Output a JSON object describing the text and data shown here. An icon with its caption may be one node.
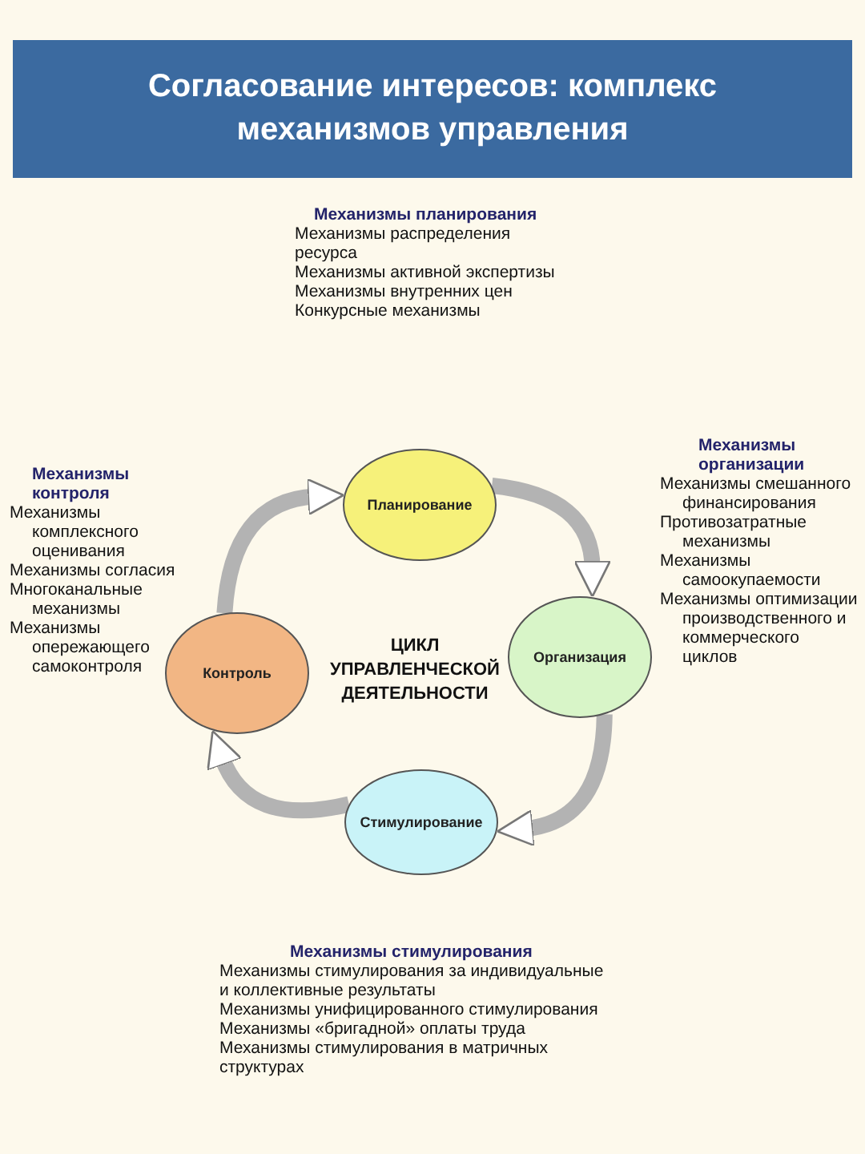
{
  "diagram": {
    "title": "Согласование интересов: комплекс механизмов управления",
    "nodes": [
      {
        "text": [
          "Планирование"
        ]
      },
      {
        "text": [
          "Организация"
        ]
      },
      {
        "text": [
          "Стимулирование"
        ]
      },
      {
        "text": [
          "Контроль"
        ]
      }
    ],
    "edges": [
      {
        "from": 0,
        "to": 1,
        "arrow": "to"
      },
      {
        "from": 1,
        "to": 2,
        "arrow": "to"
      },
      {
        "from": 2,
        "to": 3,
        "arrow": "to"
      },
      {
        "from": 3,
        "to": 0,
        "arrow": "to"
      }
    ],
    "labels": [
      "Механизмы планирования",
      "Механизмы распределения ресурса",
      "Механизмы активной экспертизы",
      "Механизмы внутренних цен",
      "Конкурсные механизмы",
      "Механизмы контроля",
      "Механизмы комплексного оценивания",
      "Механизмы согласия",
      "Многоканальные механизмы",
      "Механизмы опережающего самоконтроля",
      "Механизмы организации",
      "Механизмы смешанного финансирования",
      "Противозатратные механизмы",
      "Механизмы самоокупаемости",
      "Механизмы оптимизации производственного и коммерческого циклов",
      "ЦИКЛ УПРАВЛЕНЧЕСКОЙ ДЕЯТЕЛЬНОСТИ",
      "Механизмы стимулирования",
      "Механизмы стимулирования за индивидуальные и коллективные результаты",
      "Механизмы унифицированного стимулирования",
      "Механизмы «бригадной» оплаты труда",
      "Механизмы стимулирования в матричных структурах"
    ]
  }
}
